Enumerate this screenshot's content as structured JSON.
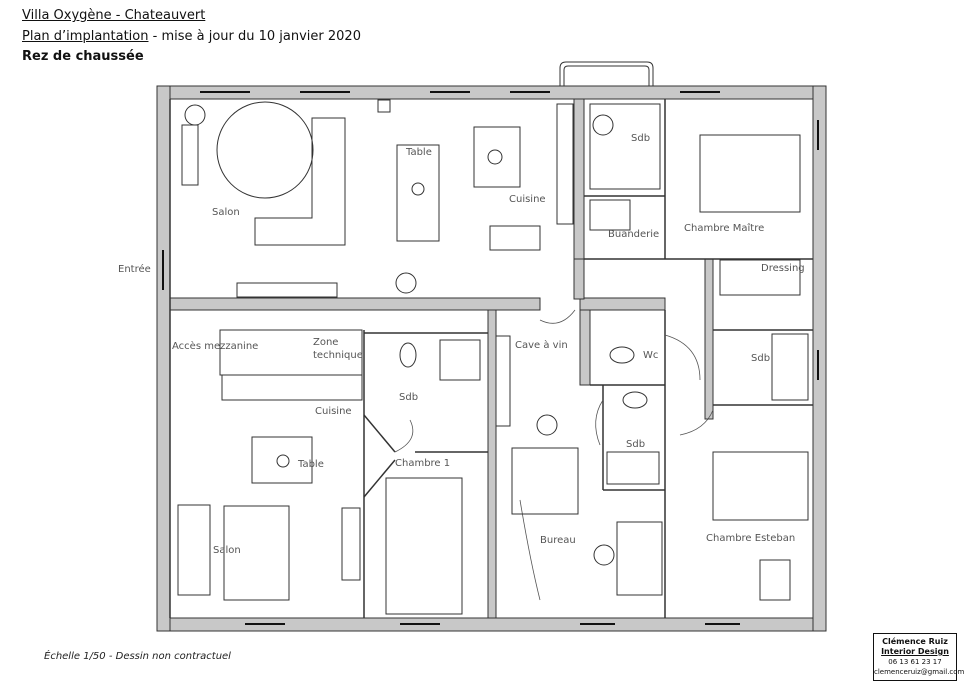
{
  "header": {
    "project": "Villa Oxygène - Chateauvert",
    "plan_prefix": "Plan d’implantation",
    "plan_suffix": " - mise à jour du 10 janvier 2020",
    "level": "Rez de chaussée"
  },
  "rooms": {
    "salon_top": "Salon",
    "table_top": "Table",
    "cuisine_top": "Cuisine",
    "sdb_top": "Sdb",
    "buanderie": "Buanderie",
    "chambre_maitre": "Chambre Maître",
    "dressing": "Dressing",
    "entree": "Entrée",
    "acces_mezzanine": "Accès mezzanine",
    "zone_technique_1": "Zone",
    "zone_technique_2": "technique",
    "cuisine_left": "Cuisine",
    "table_left": "Table",
    "salon_left": "Salon",
    "sdb_mid": "Sdb",
    "chambre_1": "Chambre 1",
    "cave_a_vin": "Cave à vin",
    "bureau": "Bureau",
    "wc": "Wc",
    "sdb_center": "Sdb",
    "sdb_right": "Sdb",
    "chambre_esteban": "Chambre Esteban"
  },
  "footer": {
    "scale": "Échelle 1/50 - Dessin non contractuel",
    "designer_name": "Clémence Ruiz",
    "designer_company": "Interior Design",
    "phone": "06 13 61 23 17",
    "email": "clemenceruiz@gmail.com"
  }
}
